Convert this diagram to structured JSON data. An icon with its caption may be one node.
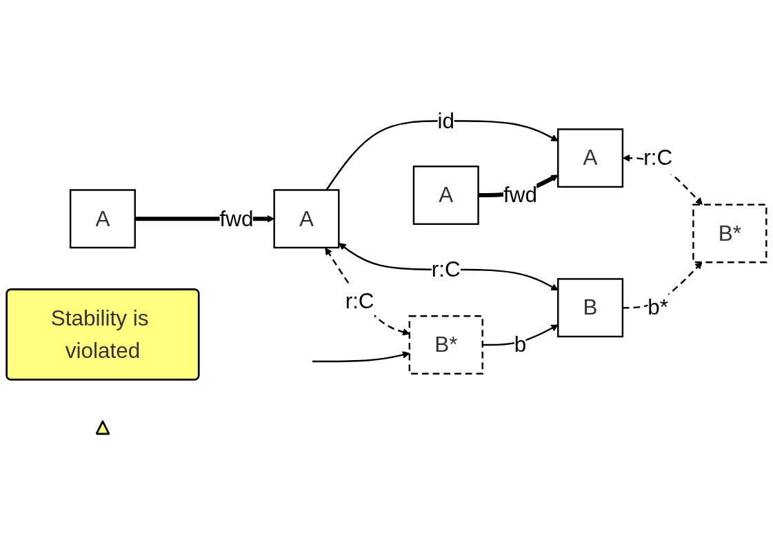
{
  "diagram": {
    "nodes": [
      {
        "text": [
          "A"
        ]
      },
      {
        "text": [
          "A"
        ]
      },
      {
        "text": [
          "B*"
        ]
      },
      {
        "text": [
          "B"
        ]
      },
      {
        "text": [
          "A"
        ]
      },
      {
        "text": [
          "A"
        ]
      },
      {
        "text": [
          "B*"
        ]
      },
      {
        "text": [
          "Stability is violated"
        ]
      },
      {
        "text": [],
        "shape": "triangle"
      }
    ],
    "edges": [
      {
        "from": 0,
        "to": 1,
        "arrow": "to",
        "label": "fwd",
        "style": "thick"
      },
      {
        "from": 1,
        "to": 2,
        "arrow": "both",
        "label": "r:C",
        "style": "dashed"
      },
      {
        "from": 1,
        "to": 3,
        "arrow": "both",
        "label": "r:C"
      },
      {
        "from": 1,
        "to": 5,
        "arrow": "to",
        "label": "id"
      },
      {
        "from": 2,
        "to": 3,
        "arrow": "to",
        "label": "b"
      },
      {
        "from": 3,
        "to": 6,
        "arrow": "to",
        "label": "b*",
        "style": "dashed"
      },
      {
        "from": 4,
        "to": 5,
        "arrow": "to",
        "label": "fwd",
        "style": "thick"
      },
      {
        "from": 5,
        "to": 6,
        "arrow": "both",
        "label": "r:C",
        "style": "dashed"
      },
      {
        "from": null,
        "to": 2,
        "arrow": "to"
      }
    ]
  }
}
